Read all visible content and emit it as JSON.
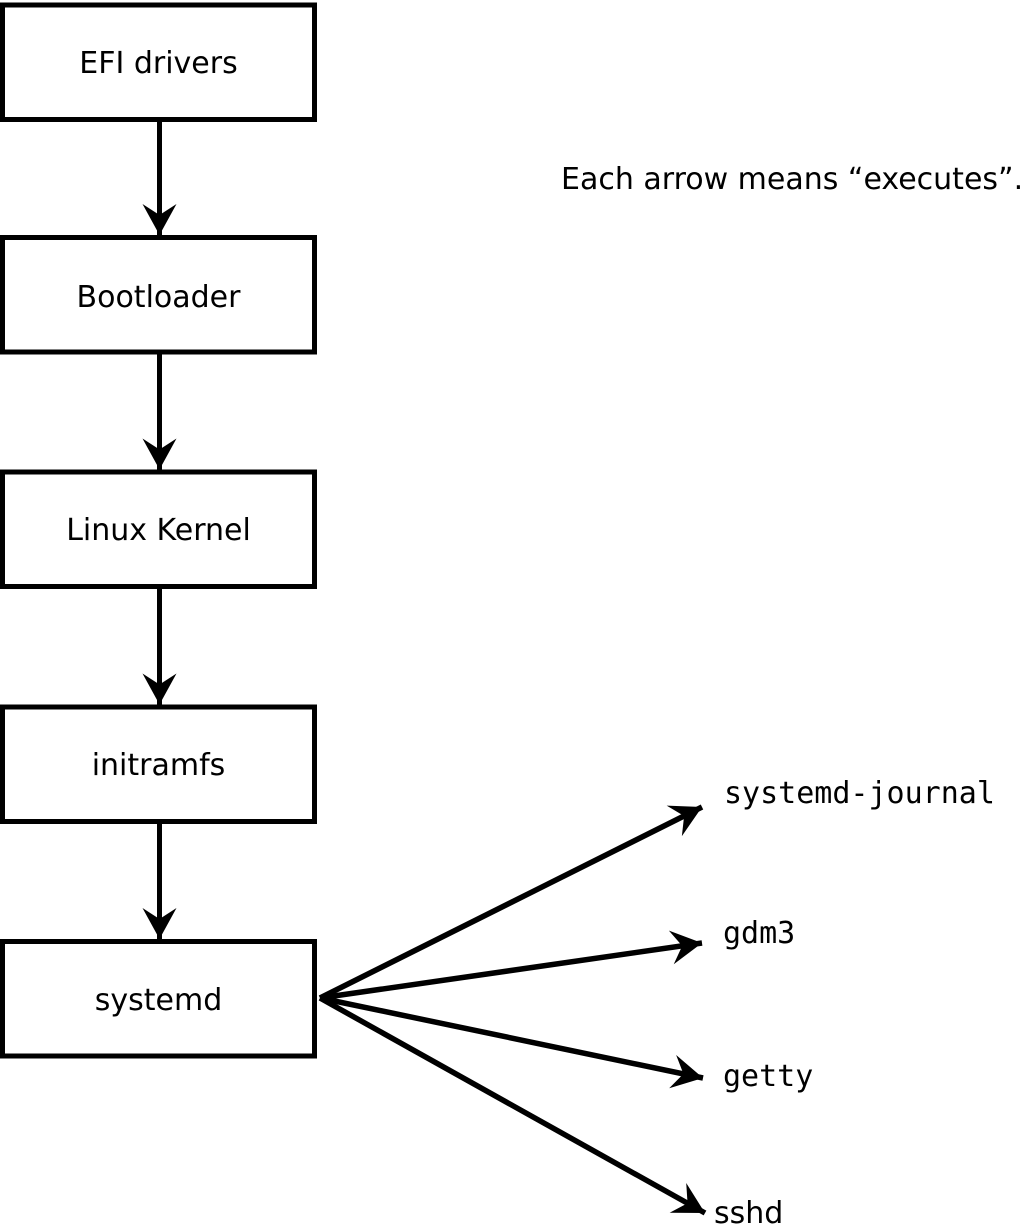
{
  "diagram": {
    "title_note": "Each arrow means “executes”.",
    "boxes": [
      {
        "label": "EFI drivers"
      },
      {
        "label": "Bootloader"
      },
      {
        "label": "Linux Kernel"
      },
      {
        "label": "initramfs"
      },
      {
        "label": "systemd"
      }
    ],
    "flow_arrows_meaning": "executes",
    "fanout_targets": [
      {
        "label": "systemd-journal"
      },
      {
        "label": "gdm3"
      },
      {
        "label": "getty"
      },
      {
        "label": "sshd"
      }
    ],
    "colors": {
      "line": "#000000",
      "background": "#ffffff",
      "box_fill": "#ffffff",
      "text": "#000000"
    }
  }
}
